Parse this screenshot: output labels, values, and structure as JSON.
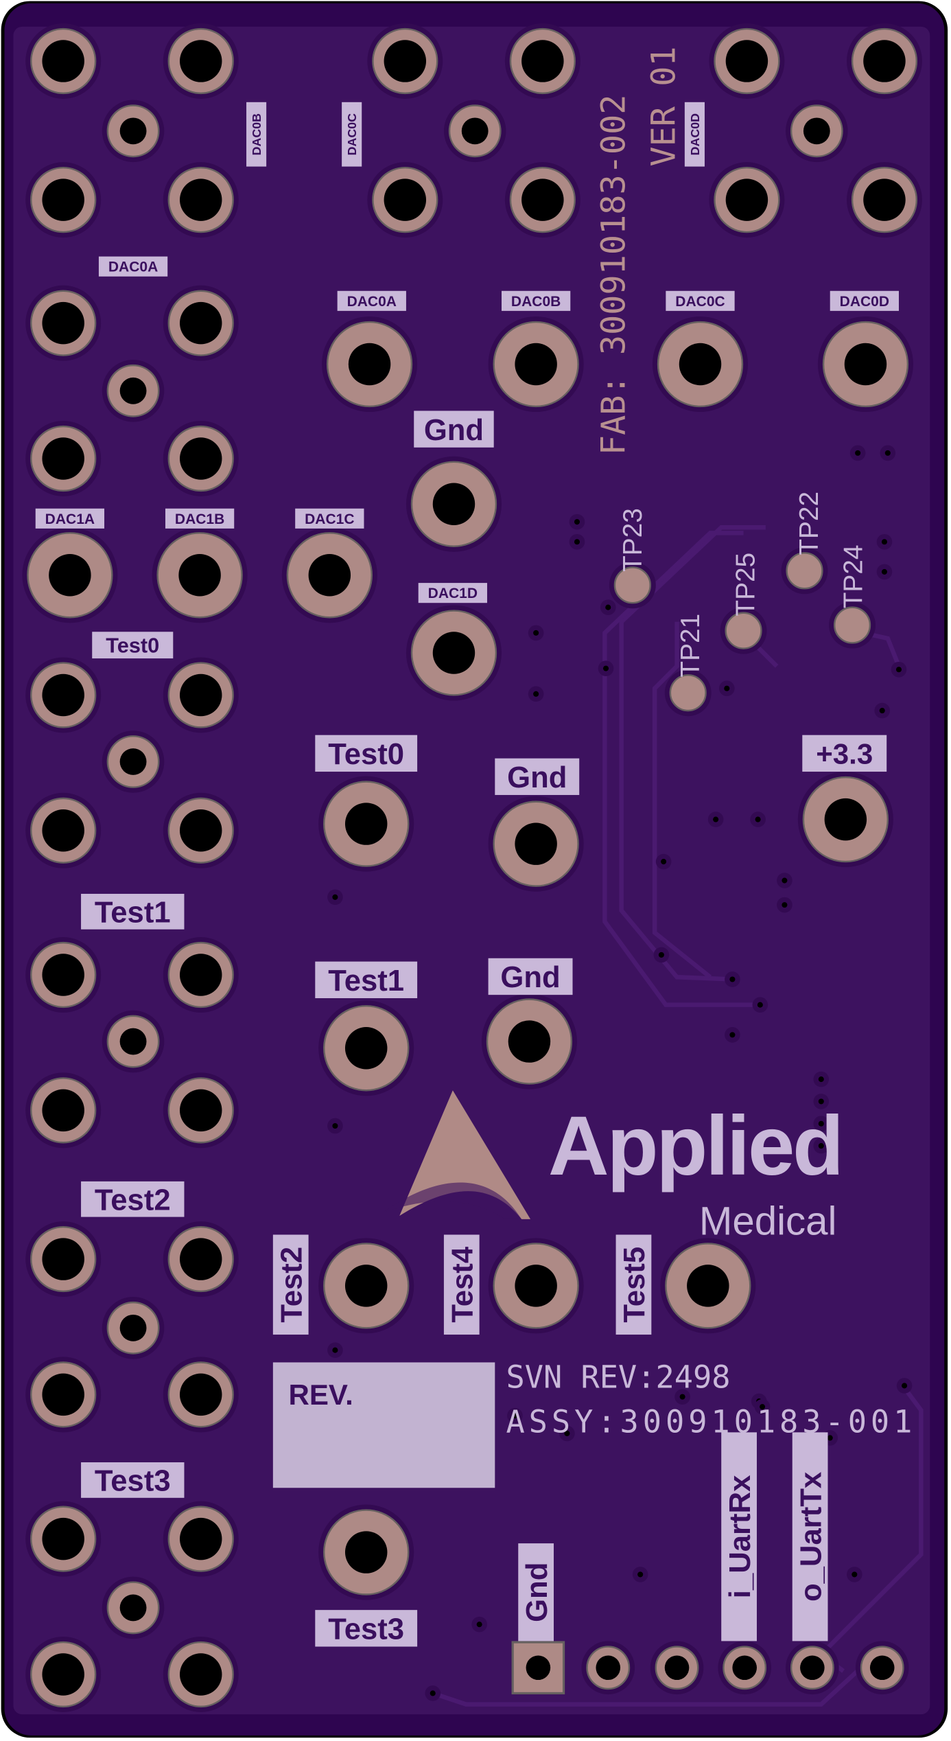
{
  "board": {
    "fab_text": "FAB: 300910183-002",
    "ver_text": "VER 01",
    "svn_rev": "SVN REV:2498",
    "assy": "ASSY:300910183-001",
    "rev_box": "REV.",
    "logo": {
      "line1": "Applied",
      "line2": "Medical"
    },
    "colors": {
      "board": "#3d125f",
      "edge": "#2e0550",
      "copper": "#ae8a86",
      "silk": "#c9b8d9"
    }
  },
  "labels": {
    "dac0b_v": "DAC0B",
    "dac0c_v": "DAC0C",
    "dac0d_v": "DAC0D",
    "dac0a_left": "DAC0A",
    "dac0a": "DAC0A",
    "dac0b": "DAC0B",
    "dac0c": "DAC0C",
    "dac0d": "DAC0D",
    "gnd1": "Gnd",
    "dac1a": "DAC1A",
    "dac1b": "DAC1B",
    "dac1c": "DAC1C",
    "dac1d": "DAC1D",
    "test0_left": "Test0",
    "test0": "Test0",
    "gnd2": "Gnd",
    "plus33": "+3.3",
    "test1_left": "Test1",
    "test1": "Test1",
    "gnd3": "Gnd",
    "test2_left": "Test2",
    "test2": "Test2",
    "test4": "Test4",
    "test5": "Test5",
    "test3_left": "Test3",
    "test3": "Test3",
    "gnd_hdr": "Gnd",
    "uart_rx": "i_UartRx",
    "uart_tx": "o_UartTx",
    "tp21": "TP21",
    "tp22": "TP22",
    "tp23": "TP23",
    "tp24": "TP24",
    "tp25": "TP25"
  }
}
